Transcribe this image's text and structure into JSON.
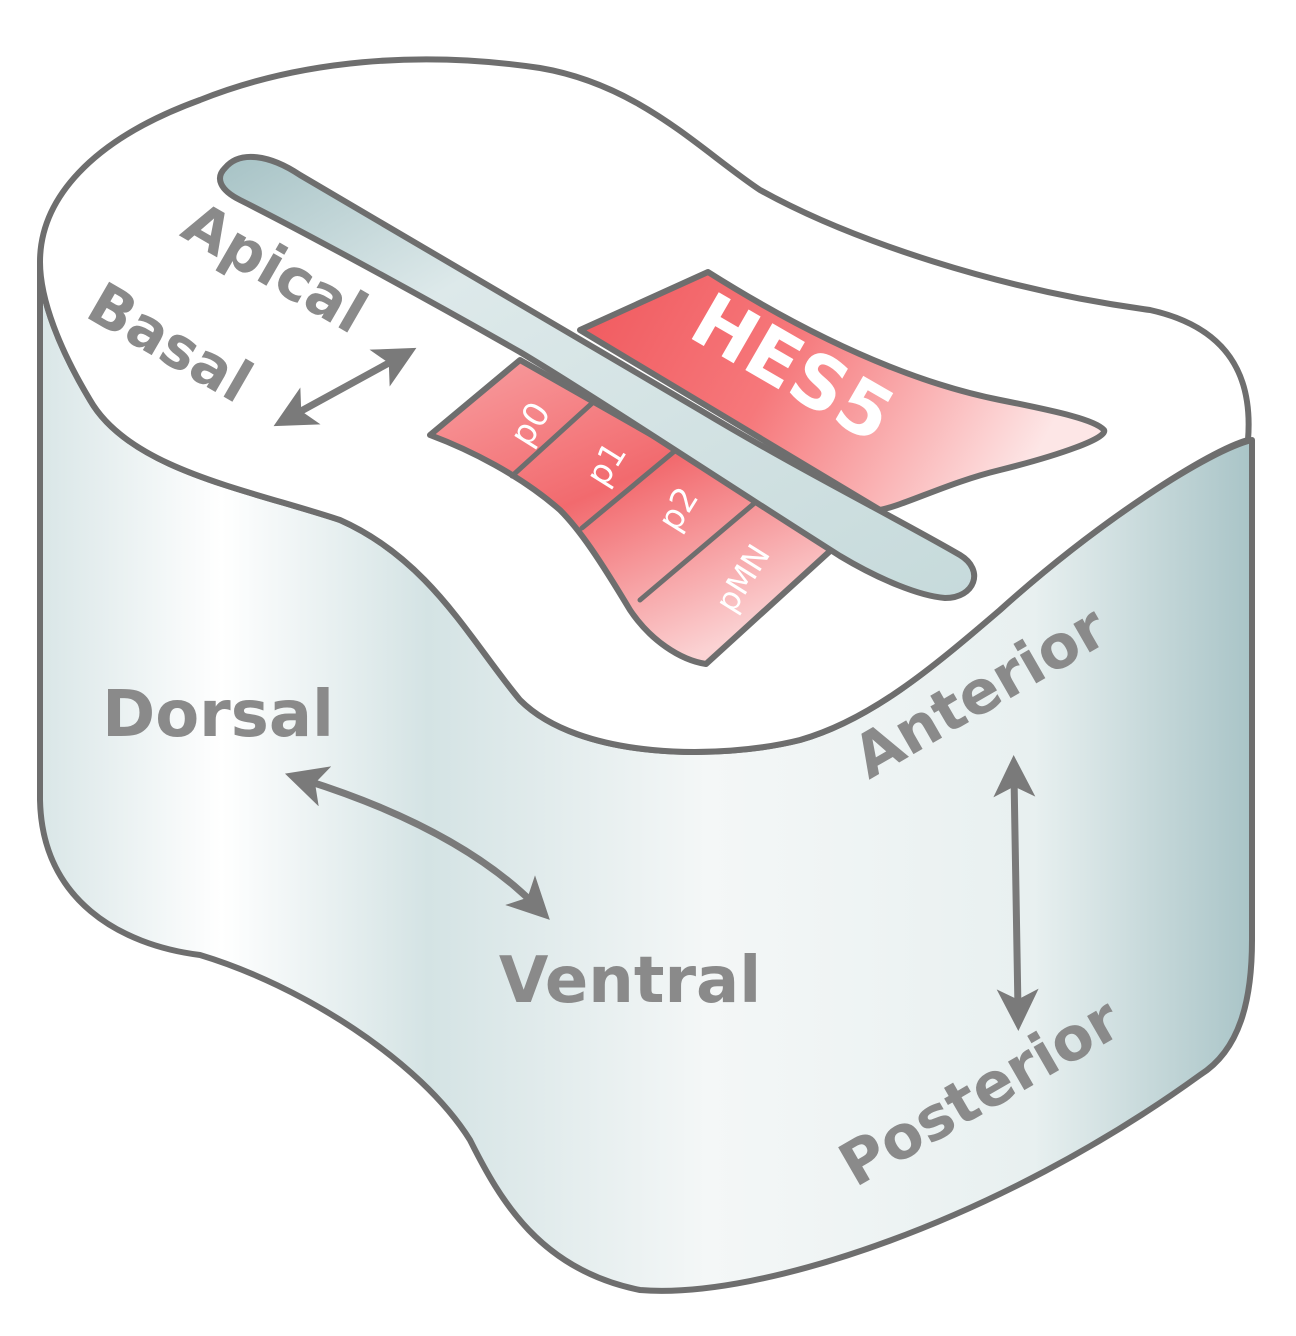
{
  "labels": {
    "apical": "Apical",
    "basal": "Basal",
    "dorsal": "Dorsal",
    "ventral": "Ventral",
    "anterior": "Anterior",
    "posterior": "Posterior",
    "hes5": "HES5"
  },
  "domains": [
    "p0",
    "p1",
    "p2",
    "pMN"
  ],
  "colors": {
    "outline": "#6e6e6e",
    "label_gray": "#8a8a8a",
    "arrow_gray": "#7a7a7a",
    "hes5_red": "#f26a6e",
    "canal_teal": "#b9d2d4",
    "side_tint": "#d4e3e4"
  }
}
